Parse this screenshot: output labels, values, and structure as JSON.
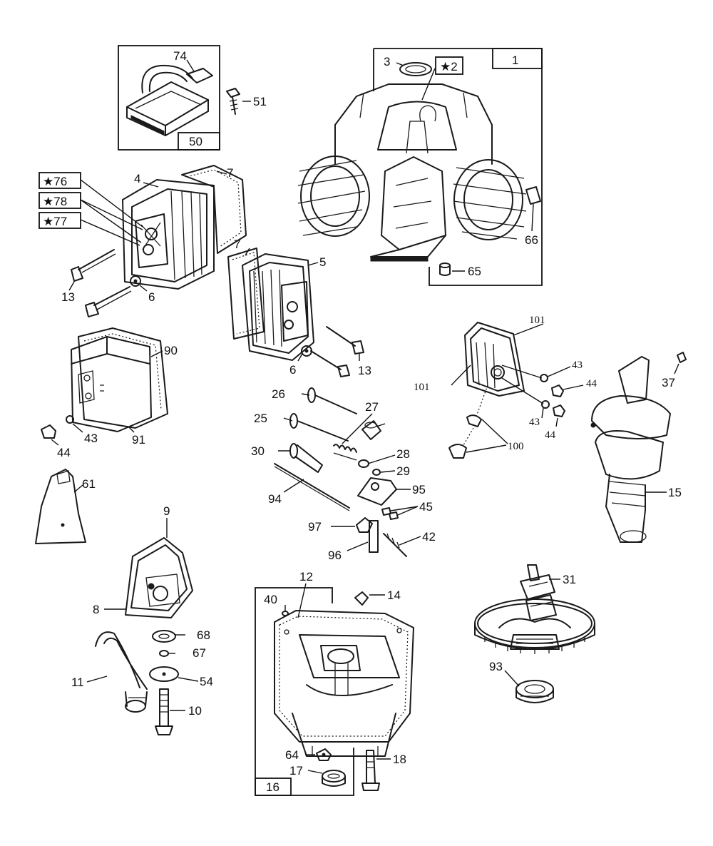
{
  "labels": {
    "p1": "1",
    "p2": "★2",
    "p3": "3",
    "p4": "4",
    "p5": "5",
    "p6a": "6",
    "p6b": "6",
    "p7a": "7",
    "p7b": "7",
    "p8": "8",
    "p9": "9",
    "p10": "10",
    "p11": "11",
    "p12": "12",
    "p13a": "13",
    "p13b": "13",
    "p14": "14",
    "p15": "15",
    "p16": "16",
    "p17": "17",
    "p18": "18",
    "p25": "25",
    "p26": "26",
    "p27": "27",
    "p28": "28",
    "p29": "29",
    "p30": "30",
    "p31": "31",
    "p37": "37",
    "p40": "40",
    "p42": "42",
    "p43a": "43",
    "p43b": "43",
    "p43c": "43",
    "p44a": "44",
    "p44b": "44",
    "p44c": "44",
    "p45": "45",
    "p50": "50",
    "p51": "51",
    "p54": "54",
    "p61": "61",
    "p64": "64",
    "p65": "65",
    "p66": "66",
    "p67": "67",
    "p68": "68",
    "p74": "74",
    "p76": "★76",
    "p77": "★77",
    "p78": "★78",
    "p90": "90",
    "p91": "91",
    "p93": "93",
    "p94": "94",
    "p95": "95",
    "p96": "96",
    "p97": "97",
    "p100": "100",
    "p101a": "101",
    "p101b": "101"
  }
}
